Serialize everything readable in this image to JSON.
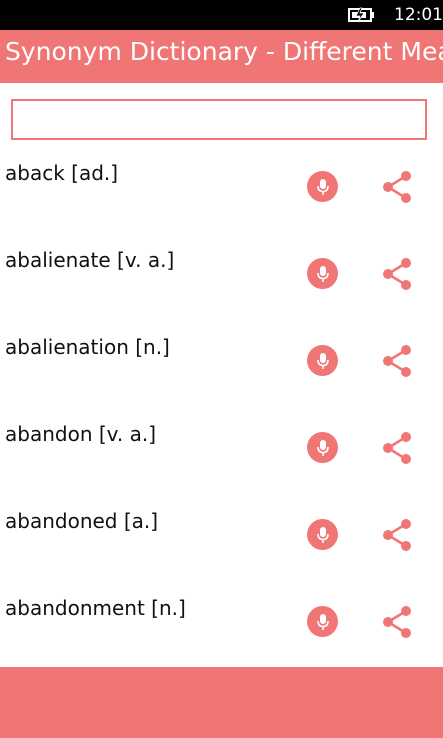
{
  "status_bar": {
    "time": "12:01",
    "battery_icon": "battery-charging-icon"
  },
  "header": {
    "title": "Synonym Dictionary - Different Meanings"
  },
  "search": {
    "value": "",
    "placeholder": ""
  },
  "words": [
    {
      "label": "aback [ad.]"
    },
    {
      "label": "abalienate [v. a.]"
    },
    {
      "label": "abalienation [n.]"
    },
    {
      "label": "abandon [v. a.]"
    },
    {
      "label": "abandoned [a.]"
    },
    {
      "label": "abandonment [n.]"
    }
  ],
  "icons": {
    "speak": "microphone-icon",
    "share": "share-icon"
  },
  "colors": {
    "accent": "#f07575",
    "status_bar": "#000000",
    "text": "#111111"
  }
}
